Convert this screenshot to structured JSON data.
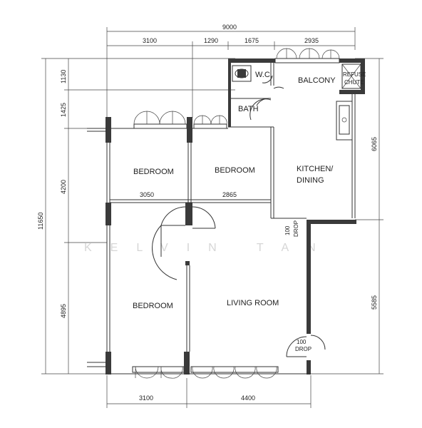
{
  "watermark": "KELVIN TAN",
  "dimensions": {
    "overall_width": "9000",
    "overall_height": "11650",
    "top": [
      "3100",
      "1290",
      "1675",
      "2935"
    ],
    "left": [
      "1130",
      "1425",
      "4200",
      "4895"
    ],
    "right": [
      "6065",
      "5585"
    ],
    "bottom": [
      "3100",
      "4400"
    ],
    "interior": [
      "3050",
      "2865"
    ]
  },
  "rooms": {
    "wc": "W.C.",
    "balcony": "BALCONY",
    "refuse_chute": [
      "REFUSE",
      "CHUTE"
    ],
    "bath": "BATH",
    "bedroom_1": "BEDROOM",
    "bedroom_2": "BEDROOM",
    "bedroom_3": "BEDROOM",
    "kitchen": [
      "KITCHEN/",
      "DINING"
    ],
    "living": "LIVING ROOM"
  },
  "drops": {
    "kitchen_drop": [
      "100",
      "DROP"
    ],
    "living_drop": [
      "100",
      "DROP"
    ]
  }
}
